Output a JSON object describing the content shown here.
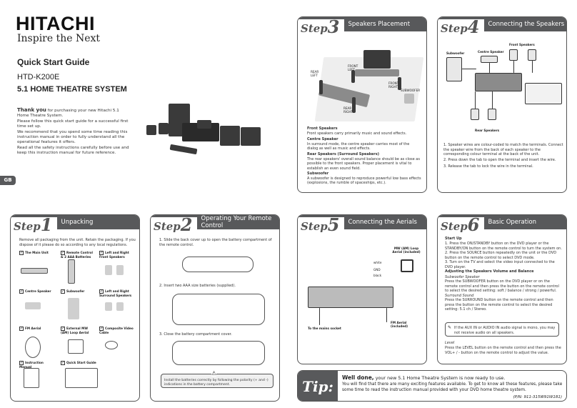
{
  "brand": {
    "name": "HITACHI",
    "tagline": "Inspire the Next"
  },
  "cover": {
    "guide_title": "Quick Start Guide",
    "model": "HTD-K200E",
    "system": "5.1 HOME THEATRE SYSTEM",
    "thank_bold": "Thank you",
    "thank_rest": " for purchasing your new Hitachi 5.1 Home Theatre System.",
    "p1": "Please follow this quick start guide for a successful first time set up.",
    "p2": "We recommend that you spend some time reading this instruction manual in order to fully understand all the operational features it offers.",
    "p3": "Read all the safety instructions carefully before use and keep this instruction manual for future reference.",
    "lang_tab": "GB"
  },
  "step1": {
    "num": "1",
    "word": "Step",
    "title": "Unpacking",
    "intro": "Remove all packaging from the unit. Retain the packaging. If you dispose of it please do so according to any local regulations.",
    "items": [
      "The Main Unit",
      "Remote Control & 2 AAA Batteries",
      "Left and Right Front Speakers",
      "Centre Speaker",
      "Subwoofer",
      "Left and Right Surround Speakers",
      "FM Aerial",
      "External MW (AM) Loop Aerial",
      "Composite Video Cable",
      "Instruction Manual",
      "Quick Start Guide"
    ]
  },
  "step2": {
    "num": "2",
    "word": "Step",
    "title": "Operating Your Remote Control",
    "s1": "1. Slide the back cover up to open the battery compartment of the remote control.",
    "s2": "2. Insert two AAA size batteries (supplied).",
    "s3": "3. Close the battery compartment cover.",
    "warn": "Install the batteries correctly by following the polarity (+ and -) indications in the battery compartment."
  },
  "step3": {
    "num": "3",
    "word": "Step",
    "title": "Speakers Placement",
    "labels": {
      "rear_left": "REAR LEFT",
      "front_left": "FRONT LEFT",
      "front_right": "FRONT RIGHT",
      "subwoofer": "SUBWOOFER",
      "rear_right": "REAR RIGHT"
    },
    "front_h": "Front Speakers",
    "front_t": "Front speakers carry primarily music and sound effects.",
    "centre_h": "Centre Speaker",
    "centre_t": "In surround mode, the centre speaker carries most of the dialog as well as music and effects.",
    "rear_h": "Rear Speakers (Surround Speakers)",
    "rear_t": "The rear speakers' overall sound balance should be as close as possible to the front speakers. Proper placement is vital to establish an even sound field.",
    "sub_h": "Subwoofer",
    "sub_t": "A subwoofer is designed to reproduce powerful low bass effects (explosions, the rumble of spaceships, etc.)."
  },
  "step4": {
    "num": "4",
    "word": "Step",
    "title": "Connecting the Speakers",
    "lbl_front": "Front Speakers",
    "lbl_centre": "Centre Speaker",
    "lbl_sub": "Subwoofer",
    "lbl_rear": "Rear Speakers",
    "s1": "1. Speaker wires are colour-coded to match the terminals. Connect the speaker wire from the back of each speaker to the corresponding colour terminal at the back of the unit.",
    "s2": "2. Press down the tab to open the terminal and insert the wire.",
    "s3": "3. Release the tab to lock the wire in the terminal."
  },
  "step5": {
    "num": "5",
    "word": "Step",
    "title": "Connecting the Aerials",
    "lbl_mw": "MW (AM) Loop Aerial (included)",
    "lbl_white": "white",
    "lbl_gnd": "GND",
    "lbl_black": "black",
    "lbl_mains": "To the mains socket",
    "lbl_fm": "FM Aerial (included)"
  },
  "step6": {
    "num": "6",
    "word": "Step",
    "title": "Basic Operation",
    "startup_h": "Start Up",
    "su1": "1. Press the ON/STANDBY button on the DVD player or the STANDBY/ON button on the remote control to turn the system on.",
    "su2": "2. Press the SOURCE button repeatedly on the unit or the DVD button on the remote control to select DVD mode.",
    "su3": "3. Turn on the TV and select the video input connected to the DVD player.",
    "adj_h": "Adjusting the Speakers Volume and Balance",
    "sub_h": "Subwoofer Speaker",
    "sub_t": "Press the SUBWOOFER button on the DVD player or on the remote control and then press the button on the remote control to select the desired setting: soft / balance / strong / powerful.",
    "sur_h": "Surround Sound",
    "sur_t": "Press the SURROUND button on the remote control and then press the button on the remote control to select the desired setting: 5.1 ch / Stereo.",
    "note": "If the AUX IN or AUDIO IN audio signal is mono, you may not receive audio on all speakers.",
    "lvl_h": "Level",
    "lvl_t": "Press the LEVEL button on the remote control and then press the VOL+ / - button on the remote control to adjust the value."
  },
  "tip": {
    "word": "Tip:",
    "bold": "Well done,",
    "line1": " your new 5.1 Home Theatre System is now ready to use.",
    "line2": "You will find that there are many exciting features available. To get to know all these features, please take some time to read the instruction manual provided with your DVD home theatre system.",
    "pn": "(P/N: 911-315W91W181)"
  }
}
